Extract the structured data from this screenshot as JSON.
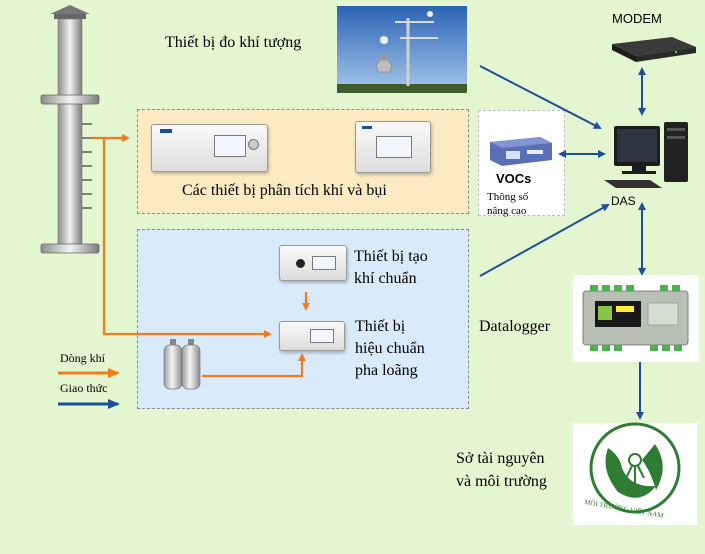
{
  "labels": {
    "weather": "Thiết bị đo khí tượng",
    "modem": "MODEM",
    "das": "DAS",
    "vocs": "VOCs",
    "vocs_sub1": "Thông số",
    "vocs_sub2": "nâng cao",
    "analyzers": "Các thiết bị phân tích khí và bụi",
    "standard_gen_1": "Thiết bị tạo",
    "standard_gen_2": "khí chuẩn",
    "dilution_1": "Thiết bị",
    "dilution_2": "hiệu chuẩn",
    "dilution_3": "pha loãng",
    "datalogger": "Datalogger",
    "authority_1": "Sở tài nguyên",
    "authority_2": "và môi trường",
    "logo_text": "MÔI TRƯỜNG VIỆT NAM"
  },
  "legend": {
    "gas_flow": "Dòng khí",
    "protocol": "Giao thức"
  },
  "colors": {
    "background": "#e3f6d0",
    "gas_flow": "#ef7d1e",
    "protocol": "#1f4e99",
    "analyzer_panel": "#fbeac2",
    "calibration_panel": "#d9ebfb",
    "logo_green": "#2e7d32"
  },
  "icons": {
    "mast": "sampling-mast-icon",
    "weather_station": "weather-station-icon",
    "modem": "modem-icon",
    "computer": "computer-icon",
    "datalogger": "datalogger-icon",
    "cylinders": "gas-cylinder-icon",
    "logo": "environment-logo-icon"
  }
}
